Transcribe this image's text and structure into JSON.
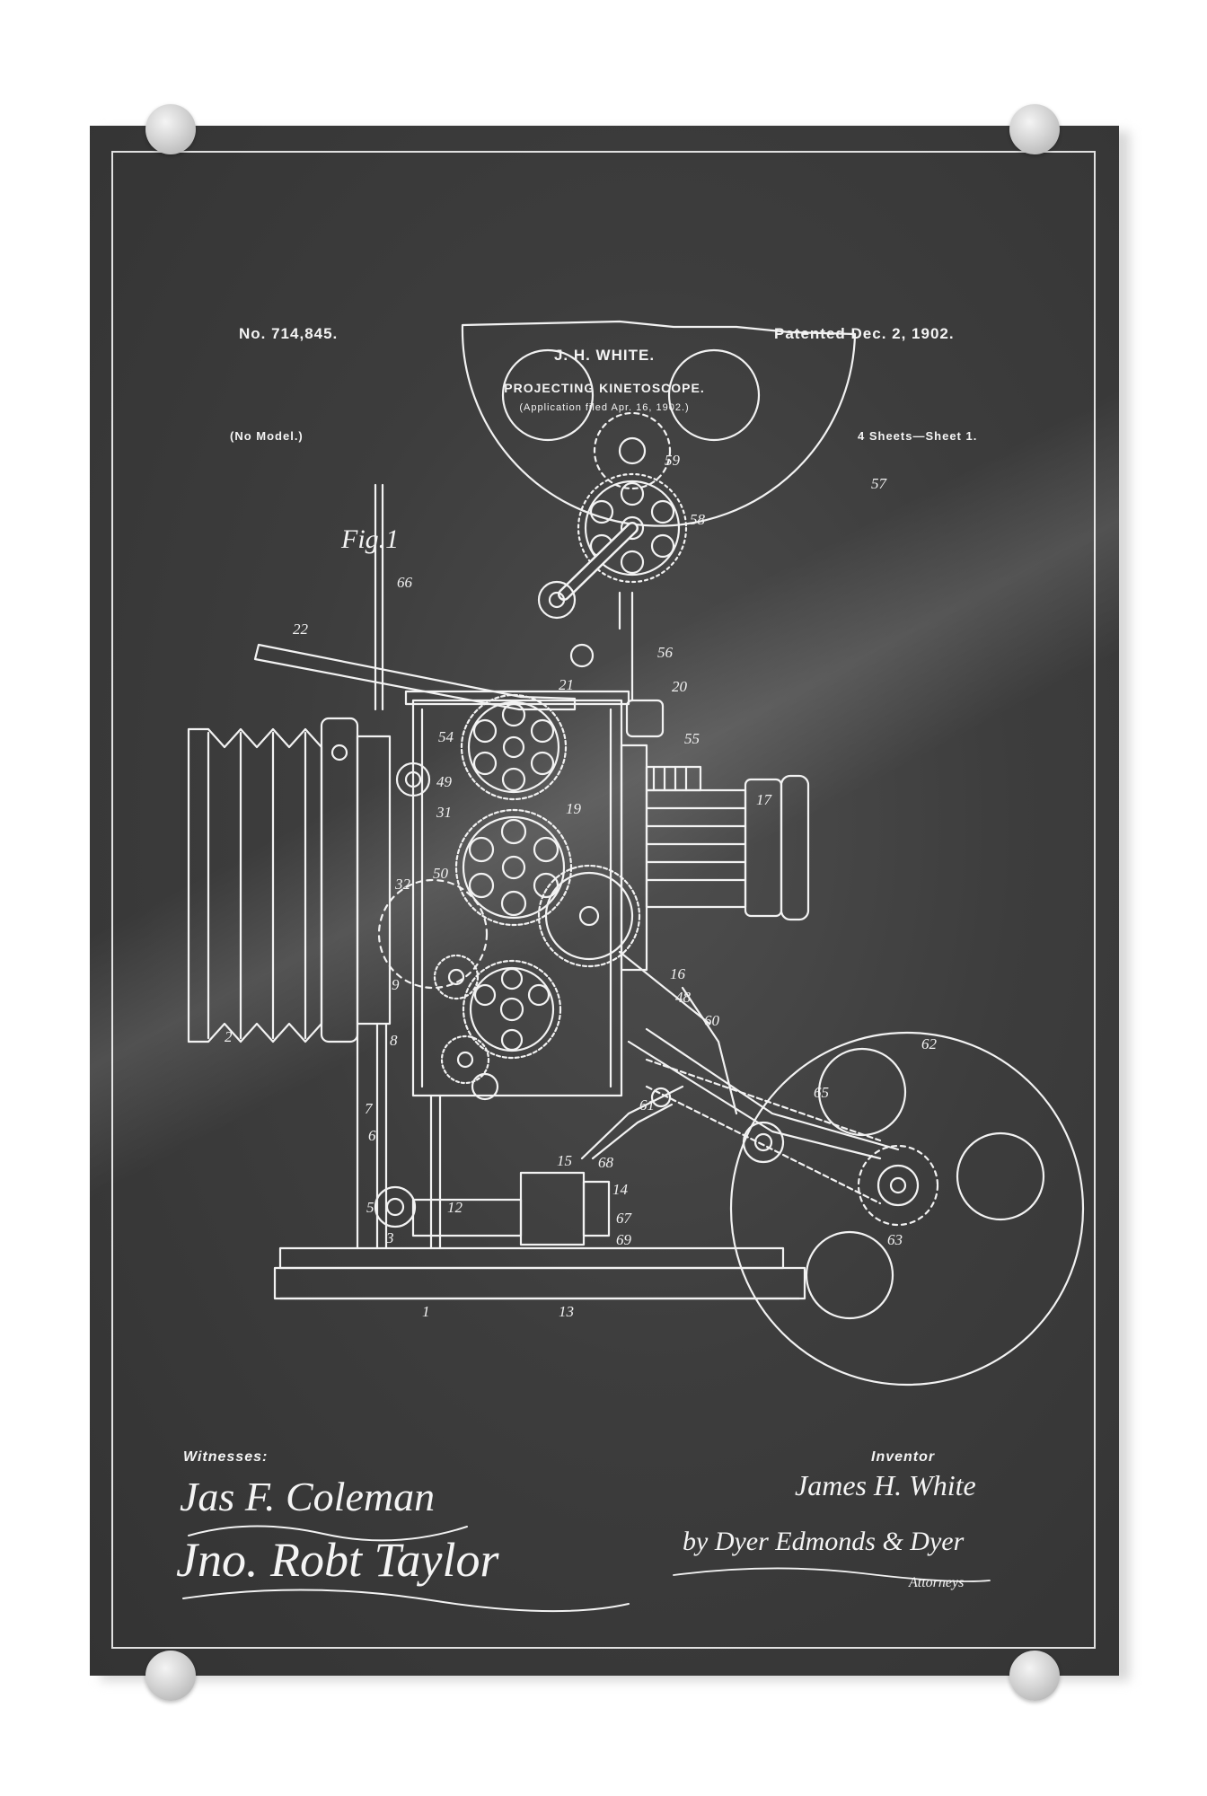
{
  "patent": {
    "number": "No. 714,845.",
    "date": "Patented Dec. 2, 1902.",
    "inventor_header": "J. H. WHITE.",
    "title": "PROJECTING KINETOSCOPE.",
    "application": "(Application filed Apr. 16, 1902.)",
    "model_note": "(No Model.)",
    "sheets": "4 Sheets—Sheet 1."
  },
  "figure": {
    "label": "Fig.1",
    "part_labels": [
      "57",
      "59",
      "58",
      "66",
      "22",
      "56",
      "20",
      "21",
      "55",
      "54",
      "49",
      "19",
      "31",
      "17",
      "32",
      "50",
      "16",
      "48",
      "60",
      "9",
      "8",
      "2",
      "7",
      "6",
      "5",
      "3",
      "12",
      "15",
      "68",
      "14",
      "67",
      "69",
      "13",
      "1",
      "61",
      "62",
      "65",
      "63"
    ]
  },
  "signatures": {
    "witnesses_label": "Witnesses:",
    "witness_1": "Jas F. Coleman",
    "witness_2": "Jno. Robt Taylor",
    "inventor_label": "Inventor",
    "inventor_name": "James H. White",
    "attorney_signature": "by Dyer Edmonds & Dyer",
    "attorneys_label": "Attorneys"
  }
}
